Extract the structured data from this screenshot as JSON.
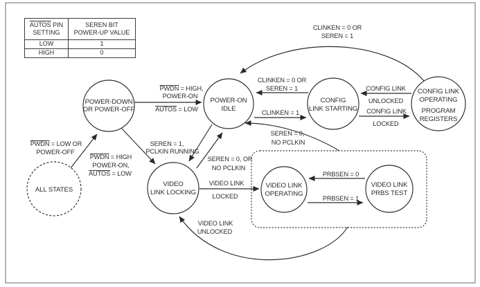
{
  "colors": {
    "line": "#2a2a2a",
    "background": "#ffffff",
    "frame": "#9b9b9b"
  },
  "table": {
    "col1_header_ov": "AUTOS",
    "col1_header_rest": " PIN",
    "col1_header_line2": "SETTING",
    "col2_header_line1": "SEREN BIT",
    "col2_header_line2": "POWER-UP VALUE",
    "rows": [
      {
        "setting": "LOW",
        "value": "1"
      },
      {
        "setting": "HIGH",
        "value": "0"
      }
    ]
  },
  "states": {
    "all_states": {
      "line1": "ALL STATES"
    },
    "power_down": {
      "line1": "POWER-DOWN",
      "line2": "OR POWER-OFF"
    },
    "power_on_idle": {
      "line1": "POWER-ON",
      "line2": "IDLE"
    },
    "config_link_starting": {
      "line1": "CONFIG",
      "line2": "LINK STARTING"
    },
    "config_link_operating": {
      "line1": "CONFIG LINK",
      "line2": "OPERATING",
      "line3": "PROGRAM",
      "line4": "REGISTERS"
    },
    "video_link_locking": {
      "line1": "VIDEO",
      "line2": "LINK LOCKING"
    },
    "video_link_operating": {
      "line1": "VIDEO LINK",
      "line2": "OPERATING"
    },
    "video_link_prbs_test": {
      "line1": "VIDEO LINK",
      "line2": "PRBS TEST"
    }
  },
  "transitions": {
    "all_to_powerdown": {
      "l1_ov": "PWDN",
      "l1_rest": " = LOW OR",
      "l2": "POWER-OFF"
    },
    "powerdown_to_idle": {
      "l1_ov": "PWDN",
      "l1_rest": " = HIGH,",
      "l2": "POWER-ON",
      "l3_ov": "AUTOS",
      "l3_rest": " = LOW"
    },
    "powerdown_to_locking": {
      "l1_ov": "PWDN",
      "l1_rest": " = HIGH",
      "l2": "POWER-ON,",
      "l3_ov": "AUTOS",
      "l3_rest": " = LOW"
    },
    "operating_to_idle_top": {
      "l1": "CLINKEN = 0 OR",
      "l2": "SEREN = 1"
    },
    "starting_to_idle": {
      "l1": "CLINKEN = 0 OR",
      "l2": "SEREN = 1"
    },
    "idle_to_starting": {
      "l1": "CLINKEN = 1"
    },
    "config_unlocked": {
      "l1": "CONFIG LINK",
      "l2": "UNLOCKED"
    },
    "config_locked": {
      "l1": "CONFIG LINK",
      "l2": "LOCKED"
    },
    "idle_to_locking": {
      "l1": "SEREN = 1,",
      "l2": "PCLKIN RUNNING"
    },
    "locking_to_idle": {
      "l1": "SEREN = 0, OR",
      "l2": "NO PCLKIN"
    },
    "group_to_idle": {
      "l1": "SEREN = 0,",
      "l2": "NO PCLKIN"
    },
    "video_locked": {
      "l1": "VIDEO LINK",
      "l2": "LOCKED"
    },
    "prbs_to_operating": {
      "l1": "PRBSEN = 0"
    },
    "operating_to_prbs": {
      "l1": "PRBSEN = 1"
    },
    "video_unlocked": {
      "l1": "VIDEO LINK",
      "l2": "UNLOCKED"
    }
  }
}
